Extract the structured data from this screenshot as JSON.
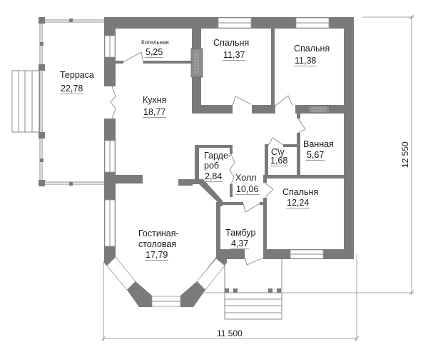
{
  "plan": {
    "type": "floor plan",
    "dimensions": {
      "width": "11 500",
      "height": "12 550"
    },
    "rooms": [
      {
        "id": "terrace",
        "name": "Терраса",
        "area": "22,78"
      },
      {
        "id": "boiler",
        "name": "Котельная",
        "area": "5,25"
      },
      {
        "id": "kitchen",
        "name": "Кухня",
        "area": "18,77"
      },
      {
        "id": "bedroom1",
        "name": "Спальня",
        "area": "11,37"
      },
      {
        "id": "bedroom2",
        "name": "Спальня",
        "area": "11,38"
      },
      {
        "id": "wardrobe",
        "name_line1": "Гарде-",
        "name_line2": "роб",
        "area": "2,84"
      },
      {
        "id": "hall",
        "name": "Холл",
        "area": "10,06"
      },
      {
        "id": "wc",
        "name": "С\\у",
        "area": "1,68"
      },
      {
        "id": "bathroom",
        "name": "Ванная",
        "area": "5,67"
      },
      {
        "id": "bedroom3",
        "name": "Спальня",
        "area": "12,24"
      },
      {
        "id": "living",
        "name_line1": "Гостиная-",
        "name_line2": "столовая",
        "area": "17,79"
      },
      {
        "id": "vestibule",
        "name": "Тамбур",
        "area": "4,37"
      }
    ],
    "colors": {
      "wall": "#7a7a7a",
      "line": "#8a8a8a",
      "background": "#ffffff",
      "text": "#1a1a1a"
    }
  }
}
